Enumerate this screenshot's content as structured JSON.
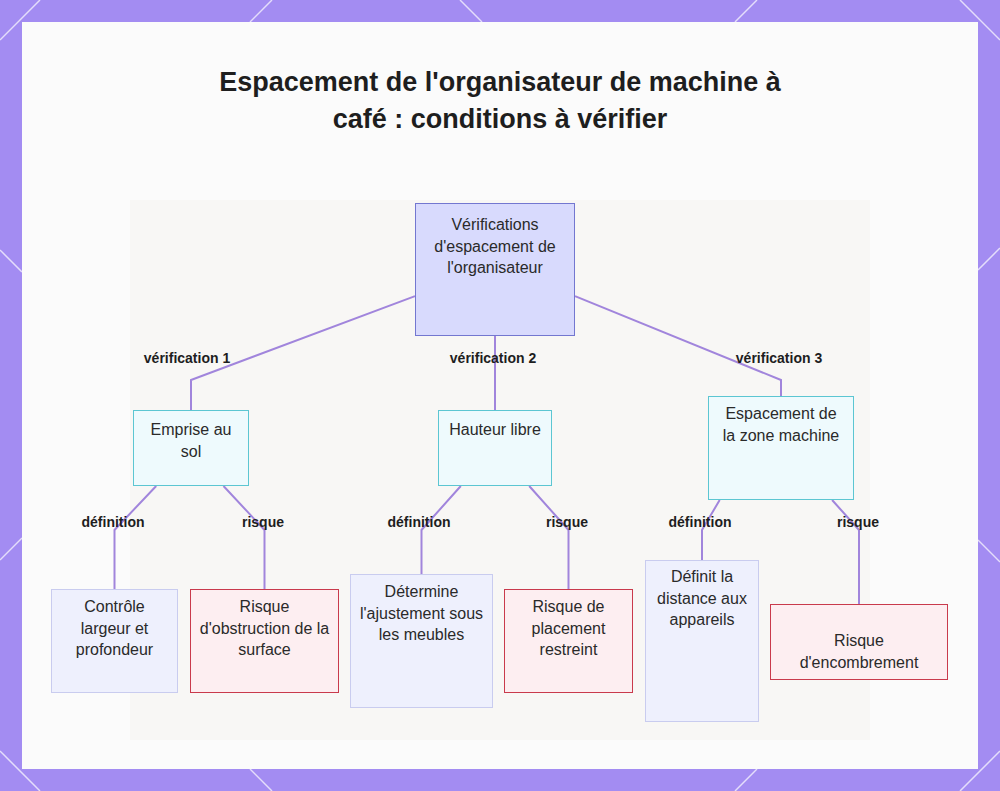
{
  "diagram": {
    "title": "Espacement de l'organisateur de machine à café : conditions à vérifier",
    "nodes": [
      {
        "text": [
          "Vérifications d'espacement de l'organisateur"
        ]
      },
      {
        "text": [
          "Emprise au sol"
        ]
      },
      {
        "text": [
          "Hauteur libre"
        ]
      },
      {
        "text": [
          "Espacement de la zone machine"
        ]
      },
      {
        "text": [
          "Contrôle largeur et profondeur"
        ]
      },
      {
        "text": [
          "Risque d'obstruction de la surface"
        ]
      },
      {
        "text": [
          "Détermine l'ajustement sous les meubles"
        ]
      },
      {
        "text": [
          "Risque de placement restreint"
        ]
      },
      {
        "text": [
          "Définit la distance aux appareils"
        ]
      },
      {
        "text": [
          "Risque d'encombrement"
        ]
      }
    ],
    "edges": [
      {
        "from": 0,
        "to": 1,
        "label": "vérification 1",
        "arrow": "none"
      },
      {
        "from": 0,
        "to": 2,
        "label": "vérification 2",
        "arrow": "none"
      },
      {
        "from": 0,
        "to": 3,
        "label": "vérification 3",
        "arrow": "none"
      },
      {
        "from": 1,
        "to": 4,
        "label": "définition",
        "arrow": "none"
      },
      {
        "from": 1,
        "to": 5,
        "label": "risque",
        "arrow": "none"
      },
      {
        "from": 2,
        "to": 6,
        "label": "définition",
        "arrow": "none"
      },
      {
        "from": 2,
        "to": 7,
        "label": "risque",
        "arrow": "none"
      },
      {
        "from": 3,
        "to": 8,
        "label": "définition",
        "arrow": "none"
      },
      {
        "from": 3,
        "to": 9,
        "label": "risque",
        "arrow": "none"
      }
    ]
  }
}
